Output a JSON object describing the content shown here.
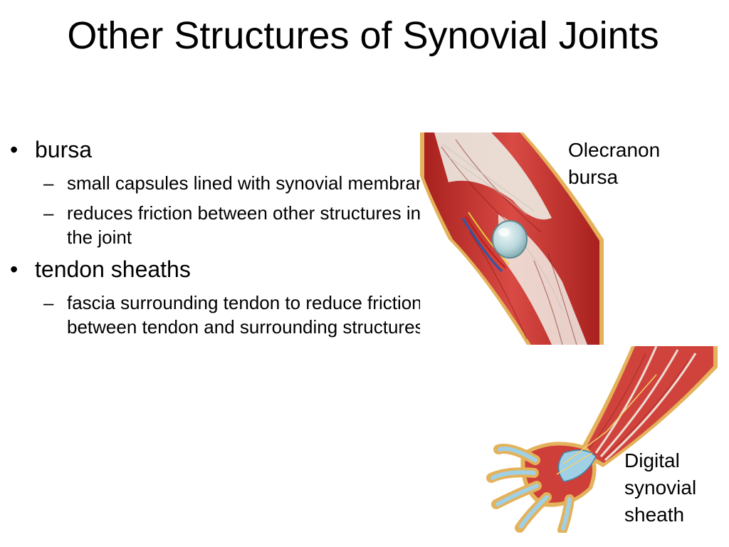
{
  "slide": {
    "title": "Other Structures of Synovial Joints",
    "bullets": [
      {
        "marker": "•",
        "text": "bursa",
        "subs": [
          {
            "marker": "–",
            "text": "small capsules lined with synovial membranes"
          },
          {
            "marker": "–",
            "text": "reduces friction between other structures in the joint"
          }
        ]
      },
      {
        "marker": "•",
        "text": "tendon sheaths",
        "subs": [
          {
            "marker": "–",
            "text": "fascia surrounding tendon to reduce friction between tendon and surrounding structures"
          }
        ]
      }
    ]
  },
  "figures": {
    "elbow": {
      "caption": "Olecranon bursa",
      "icon": "elbow-anatomy-illustration"
    },
    "hand": {
      "caption": "Digital synovial sheath",
      "icon": "forearm-hand-anatomy-illustration"
    }
  },
  "colors": {
    "muscle": "#c8342f",
    "muscle_light": "#e8848a",
    "tendon": "#ece8e0",
    "bursa": "#b9d7dc",
    "sheath": "#9fd0e6",
    "skin_edge": "#e4b25a"
  }
}
